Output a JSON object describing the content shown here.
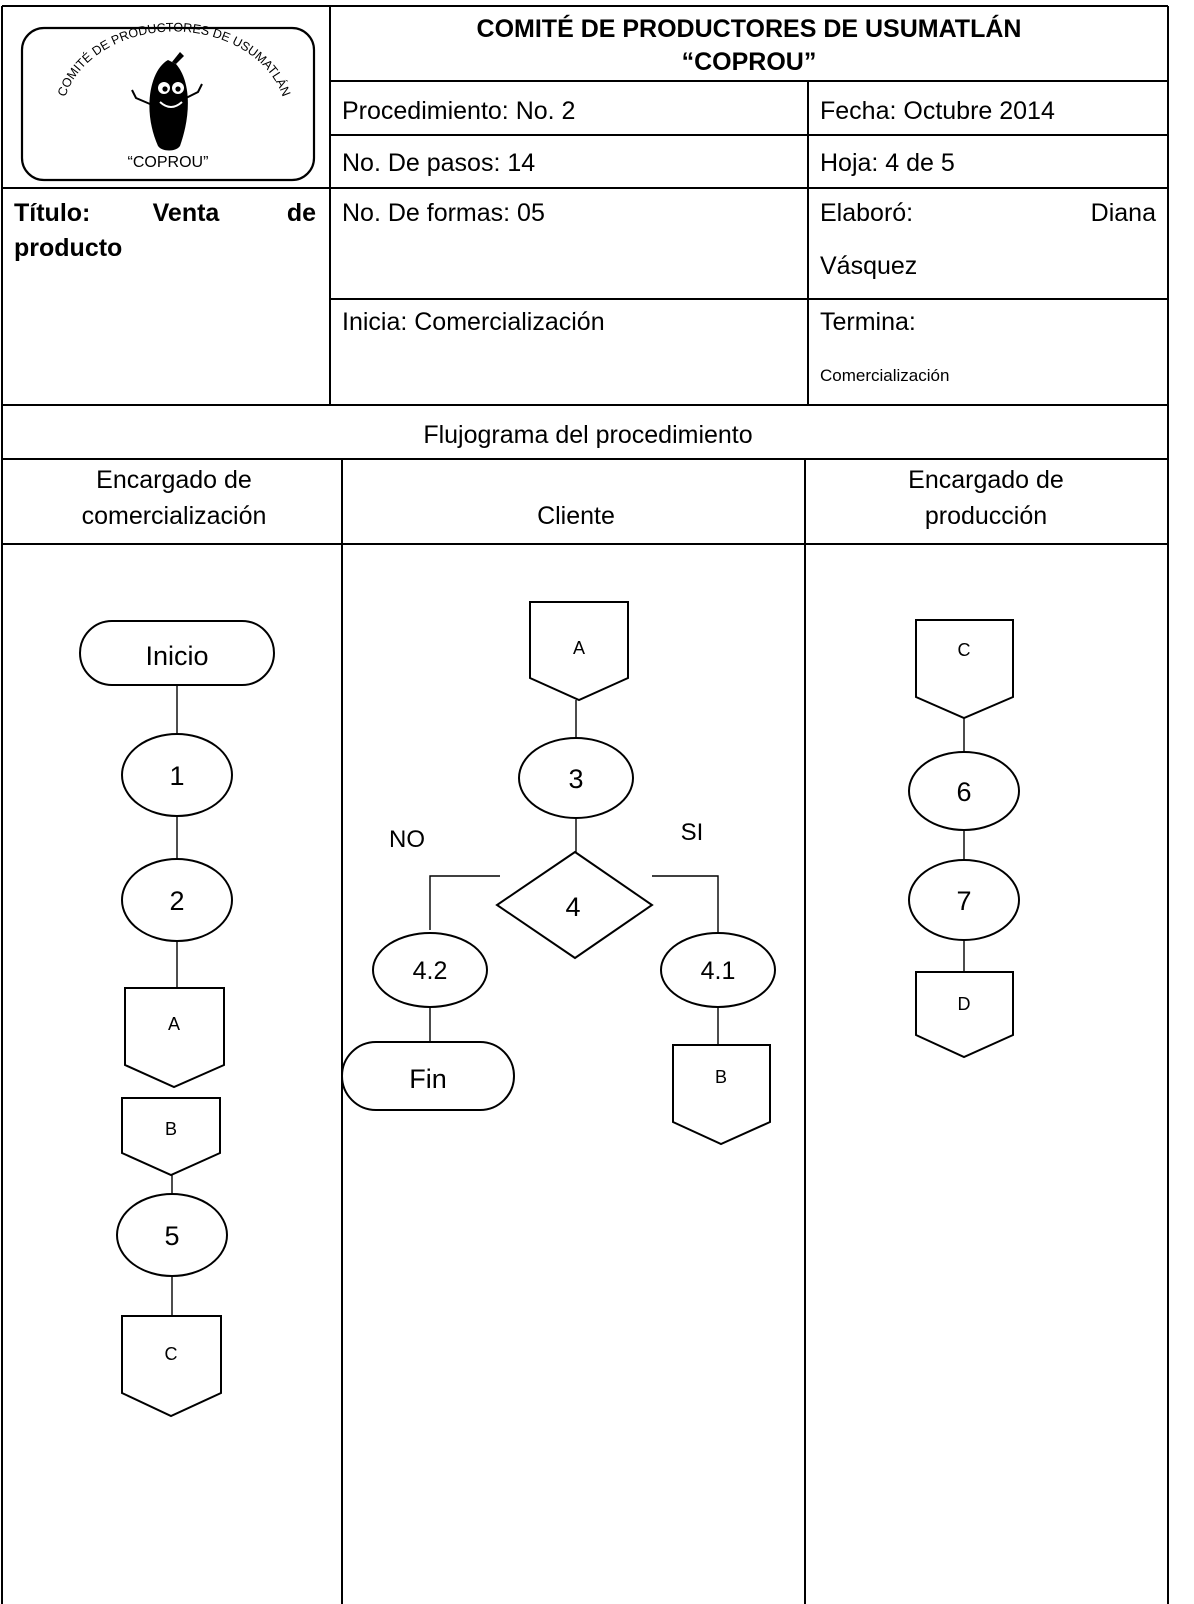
{
  "header": {
    "org_title_line1": "COMITÉ DE PRODUCTORES DE USUMATLÁN",
    "org_title_line2": "“COPROU”",
    "logo_arc_text": "COMITÉ DE PRODUCTORES DE USUMATLÁN",
    "logo_caption": "“COPROU”",
    "procedimiento": "Procedimiento: No. 2",
    "fecha": "Fecha: Octubre 2014",
    "pasos": "No. De pasos: 14",
    "hoja": "Hoja: 4 de 5",
    "titulo_label": "Título:",
    "titulo_word1": "Venta",
    "titulo_word2": "de",
    "titulo_line2": "producto",
    "formas": "No. De formas: 05",
    "elaboro_label": "Elaboró:",
    "elaboro_name1": "Diana",
    "elaboro_name2": "Vásquez",
    "inicia": "Inicia: Comercialización",
    "termina_label": "Termina:",
    "termina_value": "Comercialización"
  },
  "flowchart": {
    "section_title": "Flujograma del procedimiento",
    "lanes": {
      "comercializacion_line1": "Encargado de",
      "comercializacion_line2": "comercialización",
      "cliente": "Cliente",
      "produccion_line1": "Encargado de",
      "produccion_line2": "producción"
    },
    "nodes": {
      "inicio": "Inicio",
      "step1": "1",
      "step2": "2",
      "conn_a_out": "A",
      "conn_b_in": "B",
      "step5": "5",
      "conn_c_out": "C",
      "conn_a_in": "A",
      "step3": "3",
      "decision4": "4",
      "no_label": "NO",
      "si_label": "SI",
      "step4_2": "4.2",
      "step4_1": "4.1",
      "fin": "Fin",
      "conn_b_out": "B",
      "conn_c_in": "C",
      "step6": "6",
      "step7": "7",
      "conn_d_out": "D"
    }
  }
}
